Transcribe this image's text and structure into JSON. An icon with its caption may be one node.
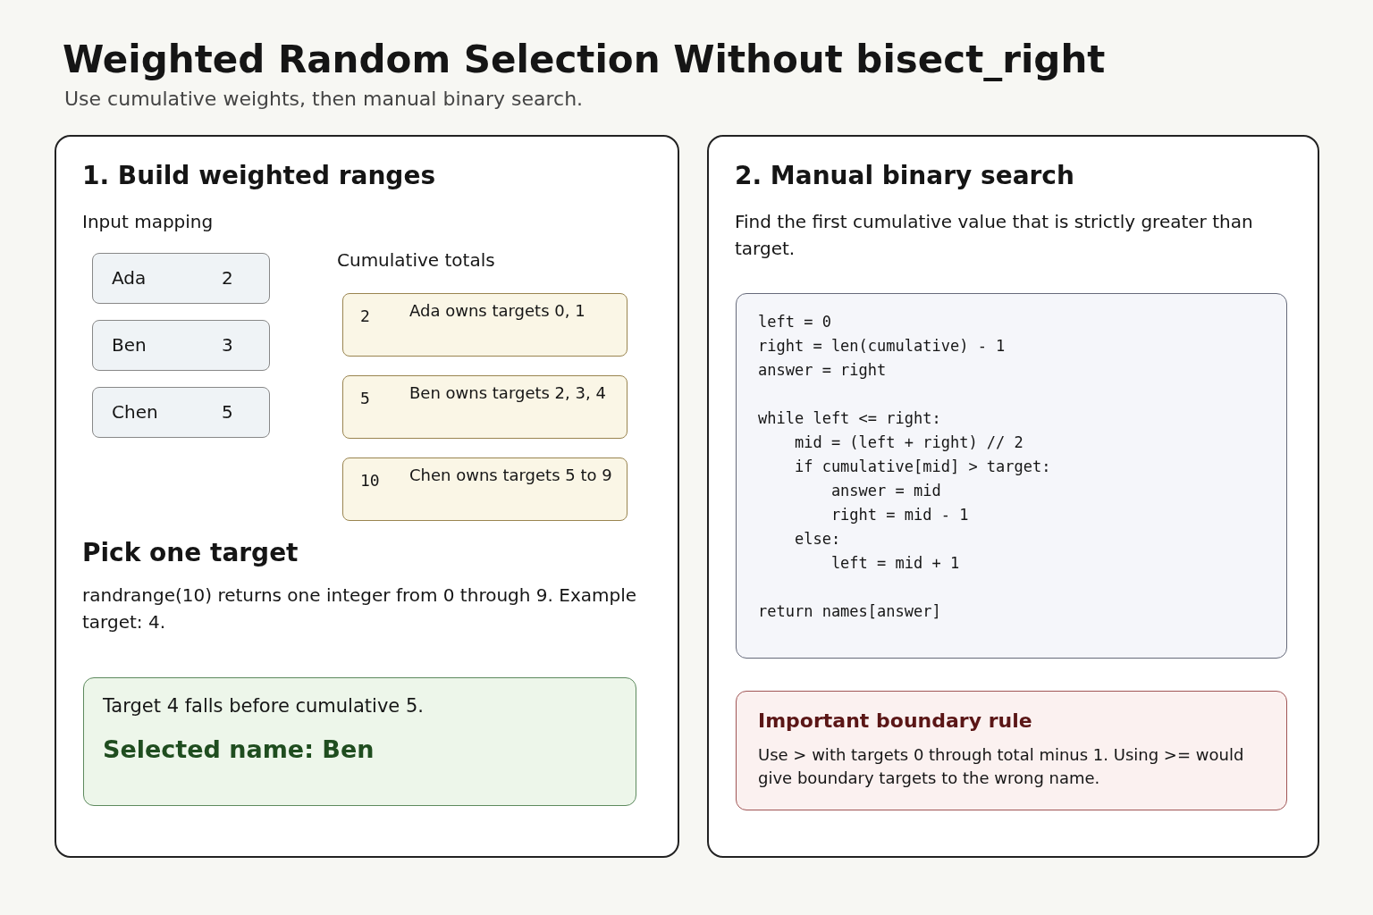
{
  "diagram": {
    "title": "Weighted Random Selection Without bisect_right",
    "labels": [
      "Use cumulative weights, then manual binary search."
    ],
    "nodes": [
      {
        "text": [
          "1. Build weighted ranges",
          "Input mapping",
          "Cumulative totals",
          "Pick one target",
          "randrange(10) returns one integer from 0 through 9. Example target: 4."
        ]
      },
      {
        "text": [
          "Ada",
          "2"
        ],
        "in": 0
      },
      {
        "text": [
          "Ben",
          "3"
        ],
        "in": 0
      },
      {
        "text": [
          "Chen",
          "5"
        ],
        "in": 0
      },
      {
        "text": [
          "2",
          "Ada owns targets 0, 1"
        ],
        "in": 0
      },
      {
        "text": [
          "5",
          "Ben owns targets 2, 3, 4"
        ],
        "in": 0
      },
      {
        "text": [
          "10",
          "Chen owns targets 5 to 9"
        ],
        "in": 0
      },
      {
        "text": [
          "Target 4 falls before cumulative 5.",
          "Selected name: Ben"
        ],
        "in": 0
      },
      {
        "text": [
          "2. Manual binary search",
          "Find the first cumulative value that is strictly greater than target."
        ]
      },
      {
        "text": [
          "left = 0",
          "right = len(cumulative) - 1",
          "answer = right",
          "while left <= right:",
          "    mid = (left + right) // 2",
          "    if cumulative[mid] > target:",
          "        answer = mid",
          "        right = mid - 1",
          "    else:",
          "        left = mid + 1",
          "return names[answer]"
        ],
        "in": 8
      },
      {
        "text": [
          "Important boundary rule",
          "Use > with targets 0 through total minus 1. Using >= would give boundary targets to the wrong name."
        ],
        "in": 8
      }
    ]
  }
}
